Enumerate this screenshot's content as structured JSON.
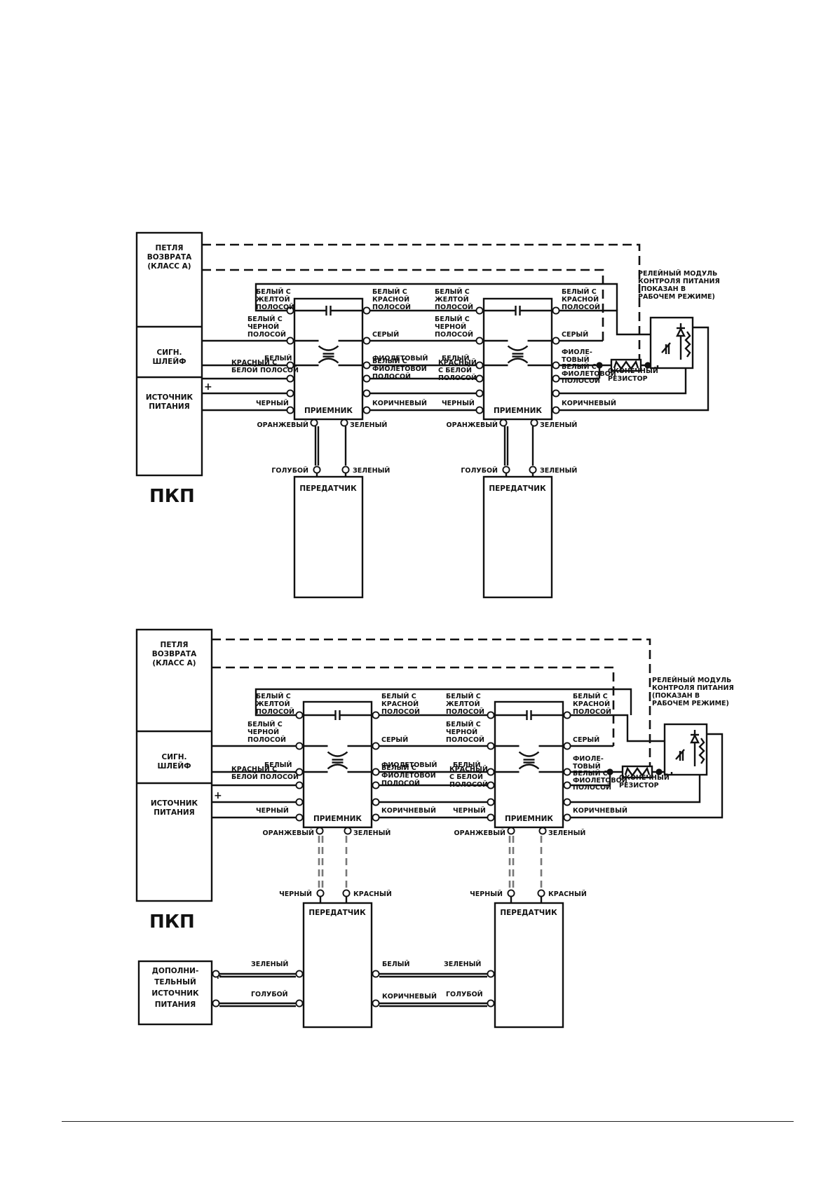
{
  "panel_label": "ПКП",
  "plus": "+",
  "minus": "–",
  "panel": {
    "return_loop": [
      "ПЕТЛЯ",
      "ВОЗВРАТА",
      "(КЛАСС А)"
    ],
    "signal_loop": [
      "СИГН.",
      "ШЛЕЙФ"
    ],
    "power_source": [
      "ИСТОЧНИК",
      "ПИТАНИЯ"
    ]
  },
  "aux_power": [
    "ДОПОЛНИ-",
    "ТЕЛЬНЫЙ",
    "ИСТОЧНИК",
    "ПИТАНИЯ"
  ],
  "receiver": "ПРИЕМНИК",
  "transmitter": "ПЕРЕДАТЧИК",
  "relay_module": [
    "РЕЛЕЙНЫЙ МОДУЛЬ",
    "КОНТРОЛЯ ПИТАНИЯ",
    "(ПОКАЗАН В",
    "РАБОЧЕМ РЕЖИМЕ)"
  ],
  "end_resistor": [
    "ОКОНЕЧНЫЙ",
    "РЕЗИСТОР"
  ],
  "wires": {
    "white_yellow": [
      "БЕЛЫЙ С",
      "ЖЕЛТОЙ",
      "ПОЛОСОЙ"
    ],
    "white_red": [
      "БЕЛЫЙ С",
      "КРАСНОЙ",
      "ПОЛОСОЙ"
    ],
    "white_black": [
      "БЕЛЫЙ С",
      "ЧЕРНОЙ",
      "ПОЛОСОЙ"
    ],
    "grey": "СЕРЫЙ",
    "white": "БЕЛЫЙ",
    "violet": "ФИОЛЕТОВЫЙ",
    "violet_split": [
      "ФИОЛЕ-",
      "ТОВЫЙ"
    ],
    "red_white": [
      "КРАСНЫЙ С",
      "БЕЛОЙ ПОЛОСОЙ"
    ],
    "red_white_b": [
      "КРАСНЫЙ",
      "С БЕЛОЙ",
      "ПОЛОСОЙ"
    ],
    "white_violet": [
      "БЕЛЫЙ С",
      "ФИОЛЕТОВОЙ",
      "ПОЛОСОЙ"
    ],
    "black": "ЧЕРНЫЙ",
    "brown": "КОРИЧНЕВЫЙ",
    "orange": "ОРАНЖЕВЫЙ",
    "green": "ЗЕЛЕНЫЙ",
    "blue": "ГОЛУБОЙ",
    "red": "КРАСНЫЙ"
  }
}
